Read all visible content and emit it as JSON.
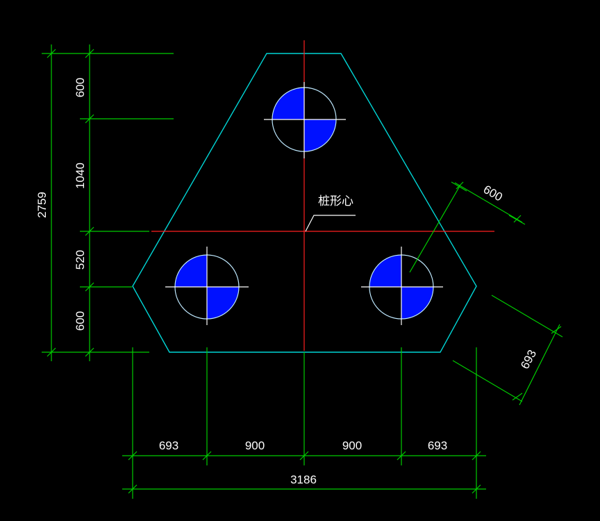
{
  "colors": {
    "background": "#000000",
    "dimension_lines": "#00cc00",
    "cap_outline": "#00d6d6",
    "center_lines": "#ff2020",
    "text": "#ffffff",
    "pile_fill": "#0011ff"
  },
  "drawing": {
    "centroid_label": "桩形心",
    "left_dimensions": {
      "overall": "2759",
      "segments": [
        "600",
        "1040",
        "520",
        "600"
      ]
    },
    "bottom_dimensions": {
      "overall": "3186",
      "segments": [
        "693",
        "900",
        "900",
        "693"
      ]
    },
    "right_dimensions": {
      "upper": "600",
      "lower": "693"
    },
    "piles": [
      {
        "name": "pile-top"
      },
      {
        "name": "pile-left"
      },
      {
        "name": "pile-right"
      }
    ]
  }
}
